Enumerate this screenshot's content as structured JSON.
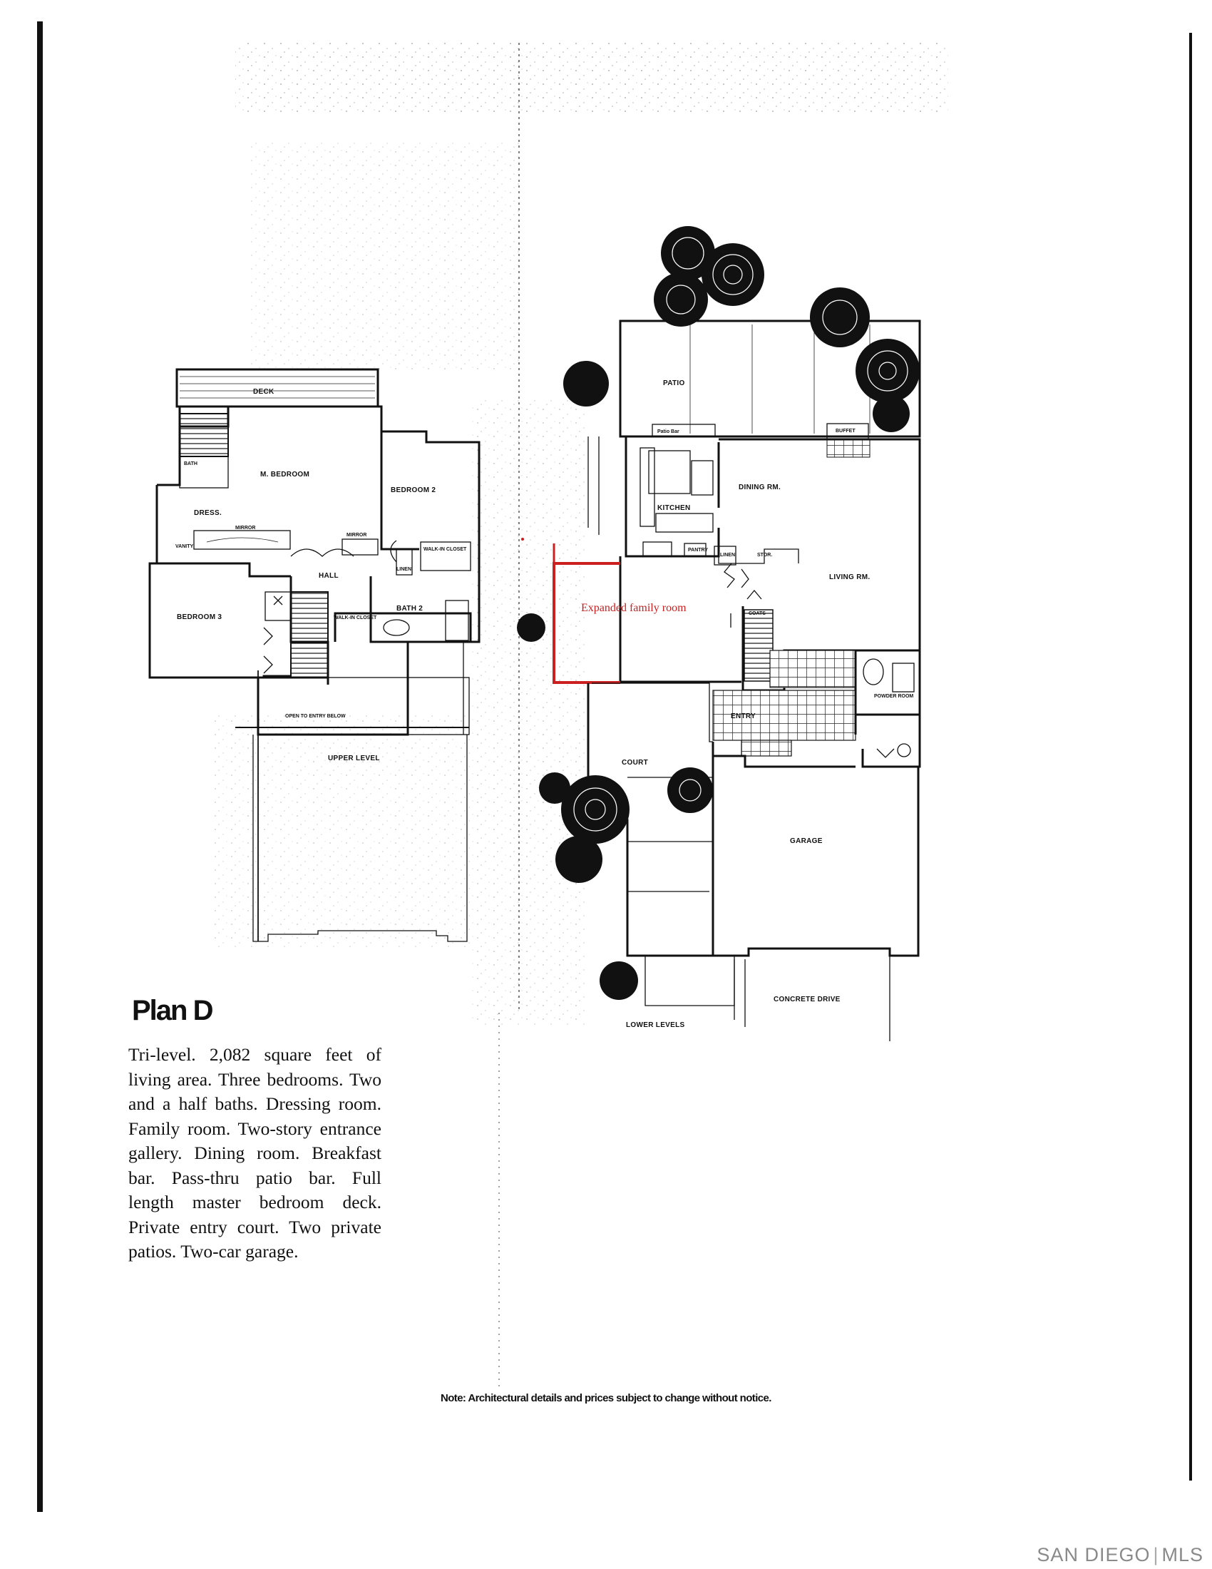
{
  "plan": {
    "title": "Plan D",
    "description": "Tri-level. 2,082 square feet of living area. Three bedrooms. Two and a half baths. Dressing room. Family room. Two-story entrance gallery. Dining room. Breakfast bar. Pass-thru patio bar. Full length master bedroom deck. Private entry court. Two private patios. Two-car garage."
  },
  "upper_level": {
    "level_label": "UPPER LEVEL",
    "rooms": {
      "deck": "DECK",
      "master_bedroom": "M. BEDROOM",
      "bedroom_2": "BEDROOM 2",
      "bedroom_3": "BEDROOM 3",
      "dressing": "DRESS.",
      "bath": "BATH",
      "bath_2": "BATH 2",
      "hall": "HALL",
      "walk_in_closet_1": "WALK-IN CLOSET",
      "walk_in_closet_2": "WALK-IN CLOSET",
      "vanity": "VANITY",
      "mirror_1": "MIRROR",
      "mirror_2": "MIRROR",
      "linen": "LINEN",
      "open_to_entry": "OPEN TO ENTRY BELOW"
    }
  },
  "lower_level": {
    "level_label": "LOWER LEVELS",
    "rooms": {
      "patio": "PATIO",
      "patio_bar": "Patio Bar",
      "kitchen": "KITCHEN",
      "dining": "DINING RM.",
      "living": "LIVING RM.",
      "pantry": "PANTRY",
      "entry": "ENTRY",
      "court": "COURT",
      "garage": "GARAGE",
      "concrete_drive": "CONCRETE DRIVE",
      "powder_room": "POWDER ROOM",
      "coats": "COATS",
      "linen": "LINEN",
      "storage": "STOR.",
      "buffet": "BUFFET"
    },
    "annotation": {
      "text": "Expanded family room",
      "color": "#cc1f1f"
    }
  },
  "footer_note": "Note: Architectural details and prices subject to change without notice.",
  "watermark": {
    "left": "SAN DIEGO",
    "right": "MLS",
    "color": "#8a8a8a"
  }
}
